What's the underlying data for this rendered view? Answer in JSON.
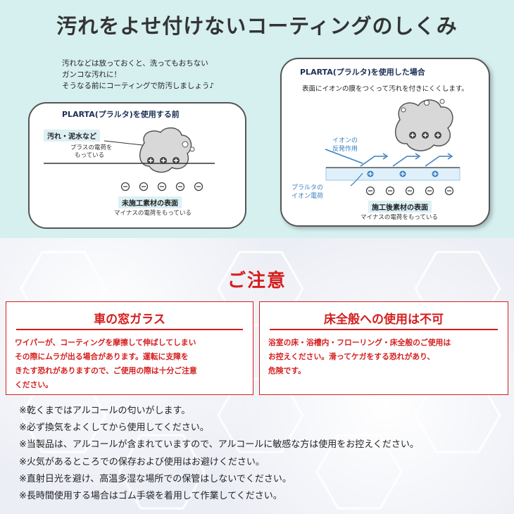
{
  "title": "汚れをよせ付けないコーティングのしくみ",
  "intro": {
    "lines": [
      "汚れなどは放っておくと、洗ってもおちない",
      "ガンコな汚れに！",
      "そうなる前にコーティングで防汚しましょう♪"
    ]
  },
  "before": {
    "title": "PLARTA(プラルタ)を使用する前",
    "dirt_label": "汚れ・泥水など",
    "dirt_charge_label": [
      "プラスの電荷を",
      "もっている"
    ],
    "surface_label": "未施工素材の表面",
    "surface_charge_label": "マイナスの電荷をもっている"
  },
  "after": {
    "title": "PLARTA(プラルタ)を使用した場合",
    "description": "表面にイオンの膜をつくって汚れを付きにくくします。",
    "reaction_label": [
      "イオンの",
      "反発作用"
    ],
    "ion_label": [
      "プラルタの",
      "イオン電荷"
    ],
    "surface_label": "施工後素材の表面",
    "surface_charge_label": "マイナスの電荷をもっている"
  },
  "caution": {
    "title": "ご注意",
    "boxes": [
      {
        "heading": "車の窓ガラス",
        "lines": [
          "ワイパーが、コーティングを摩擦して伸ばしてしまい",
          "その際にムラが出る場合があります。運転に支障を",
          "きたす恐れがありますので、ご使用の際は十分ご注意",
          "ください。"
        ]
      },
      {
        "heading": "床全般への使用は不可",
        "lines": [
          "浴室の床・浴槽内・フローリング・床全般のご使用は",
          "お控えください。滑ってケガをする恐れがあり、",
          "危険です。"
        ]
      }
    ]
  },
  "notes": [
    "※乾くまではアルコールの匂いがします。",
    "※必ず換気をよくしてから使用してください。",
    "※当製品は、アルコールが含まれていますので、アルコールに敏感な方は使用をお控えください。",
    "※火気があるところでの保存および使用はお避けください。",
    "※直射日光を避け、高温多湿な場所での保管はしないでください。",
    "※長時間使用する場合はゴム手袋を着用して作業してください。"
  ],
  "colors": {
    "top_bg": "#d6efef",
    "caution_red": "#d51e1e",
    "ion_blue": "#3a7fc0",
    "title_navy": "#1c2f55"
  }
}
